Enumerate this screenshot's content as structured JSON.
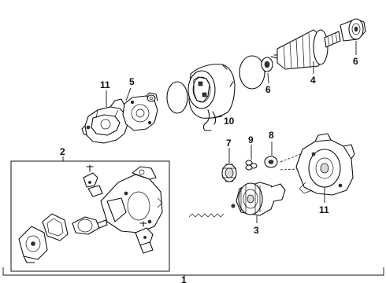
{
  "callouts": {
    "c1": "1",
    "c2": "2",
    "c3": "3",
    "c4": "4",
    "c5": "5",
    "c6a": "6",
    "c6b": "6",
    "c7": "7",
    "c8": "8",
    "c9": "9",
    "c10": "10",
    "c11a": "11",
    "c11b": "11"
  }
}
